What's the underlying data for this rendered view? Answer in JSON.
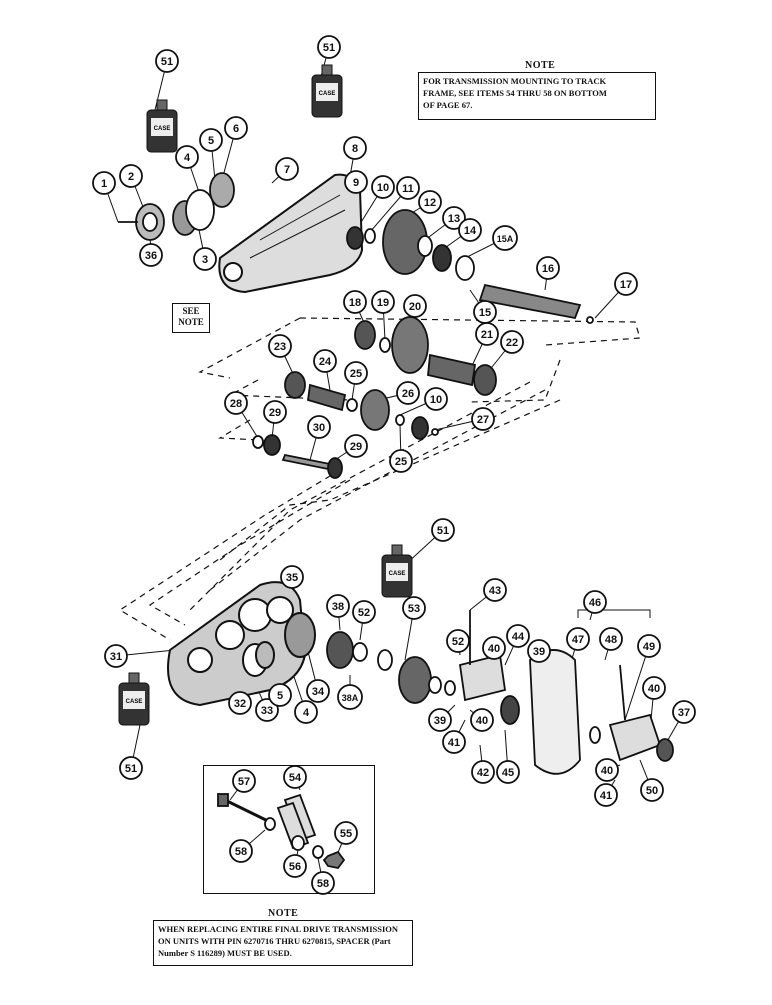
{
  "top_note": {
    "heading": "NOTE",
    "lines": [
      "FOR TRANSMISSION MOUNTING TO TRACK",
      "FRAME, SEE ITEMS 54 THRU 58 ON BOTTOM",
      "OF PAGE 67."
    ]
  },
  "see_note": {
    "lines": [
      "SEE",
      "NOTE"
    ]
  },
  "bottom_note": {
    "heading": "NOTE",
    "lines": [
      "WHEN REPLACING ENTIRE FINAL DRIVE TRANSMISSION",
      "ON UNITS WITH PIN 6270716 THRU 6270815, SPACER (Part",
      "Number S 116289) MUST BE USED."
    ]
  },
  "callouts": [
    "1",
    "2",
    "3",
    "4",
    "5",
    "6",
    "7",
    "8",
    "9",
    "10",
    "11",
    "12",
    "13",
    "14",
    "15",
    "15A",
    "16",
    "17",
    "18",
    "19",
    "20",
    "21",
    "22",
    "23",
    "24",
    "25",
    "26",
    "10",
    "27",
    "28",
    "29",
    "30",
    "29",
    "25",
    "36",
    "51",
    "51",
    "51",
    "51",
    "31",
    "32",
    "33",
    "5",
    "4",
    "34",
    "35",
    "38",
    "52",
    "53",
    "38A",
    "52",
    "40",
    "44",
    "39",
    "39",
    "40",
    "41",
    "42",
    "45",
    "43",
    "46",
    "47",
    "48",
    "49",
    "40",
    "37",
    "40",
    "41",
    "50",
    "57",
    "54",
    "55",
    "58",
    "56",
    "58"
  ],
  "lubricant_can": {
    "label": "CASE"
  },
  "colors": {
    "ink": "#111111",
    "paper": "#ffffff"
  }
}
